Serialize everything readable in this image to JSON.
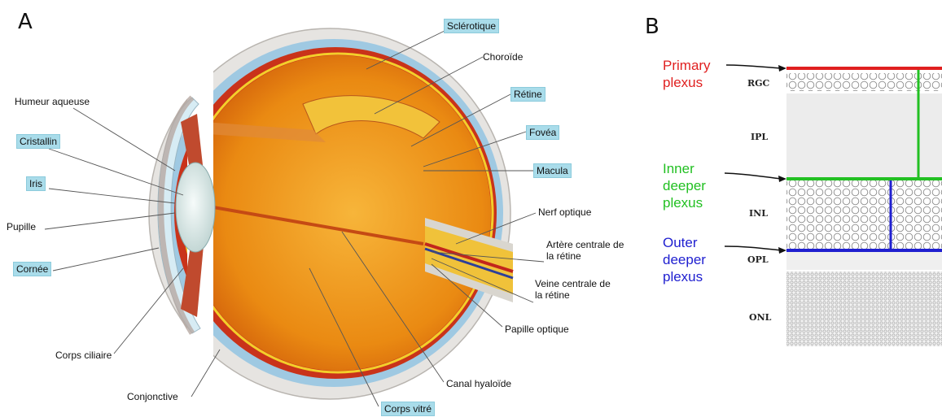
{
  "panels": {
    "a": "A",
    "b": "B"
  },
  "eye_labels": {
    "sclerotique": "Sclérotique",
    "choroide": "Choroïde",
    "retine": "Rétine",
    "fovea": "Fovéa",
    "macula": "Macula",
    "nerf_optique": "Nerf optique",
    "artere": "Artère centrale de la rétine",
    "veine": "Veine centrale de la rétine",
    "papille": "Papille optique",
    "canal": "Canal hyaloïde",
    "corps_vitre": "Corps vitré",
    "humeur": "Humeur aqueuse",
    "cristallin": "Cristallin",
    "iris": "Iris",
    "pupille": "Pupille",
    "cornee": "Cornée",
    "corps_ciliaire": "Corps ciliaire",
    "conjonctive": "Conjonctive"
  },
  "plexus": {
    "primary": "Primary plexus",
    "inner": "Inner deeper plexus",
    "outer": "Outer deeper plexus"
  },
  "layers": {
    "rgc": "RGC",
    "ipl": "IPL",
    "inl": "INL",
    "opl": "OPL",
    "onl": "ONL"
  },
  "colors": {
    "primary": "#e02020",
    "inner": "#22c022",
    "outer": "#2020d0",
    "label_box": "#a9dcea"
  }
}
